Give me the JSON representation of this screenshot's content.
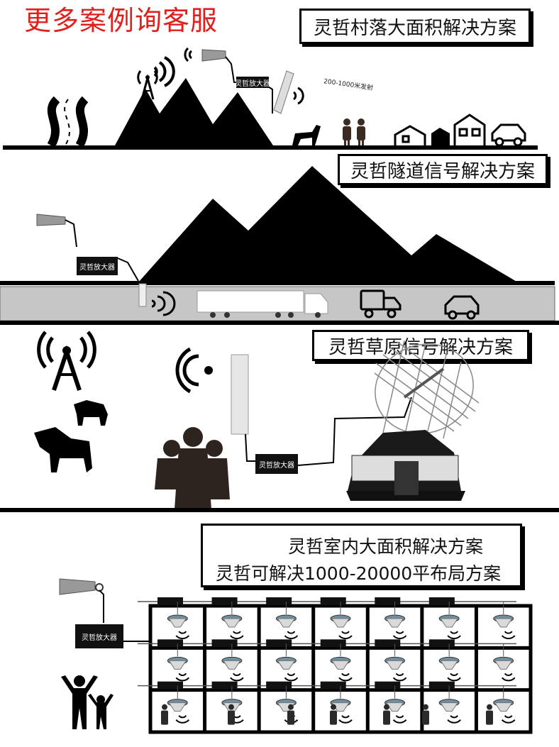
{
  "header": {
    "title": "更多案例询客服",
    "color": "#e0201c"
  },
  "sections": [
    {
      "title": "灵哲村落大面积解决方案",
      "amp_label": "灵哲放大器",
      "distance_label": "200-1000米发射"
    },
    {
      "title": "灵哲隧道信号解决方案",
      "amp_label": "灵哲放大器"
    },
    {
      "title": "灵哲草原信号解决方案",
      "amp_label": "灵哲放大器"
    },
    {
      "title": "灵哲室内大面积解决方案",
      "subtitle": "灵哲可解决1000-20000平布局方案",
      "amp_label": "灵哲放大器"
    }
  ],
  "icons": [
    "signal-tower-icon",
    "antenna-icon",
    "horse-icon",
    "family-icon",
    "house-icon",
    "car-icon",
    "truck-icon",
    "cow-icon",
    "people-icon",
    "grid-dish-icon",
    "yurt-icon",
    "ceiling-antenna-icon",
    "cheering-people-icon"
  ]
}
